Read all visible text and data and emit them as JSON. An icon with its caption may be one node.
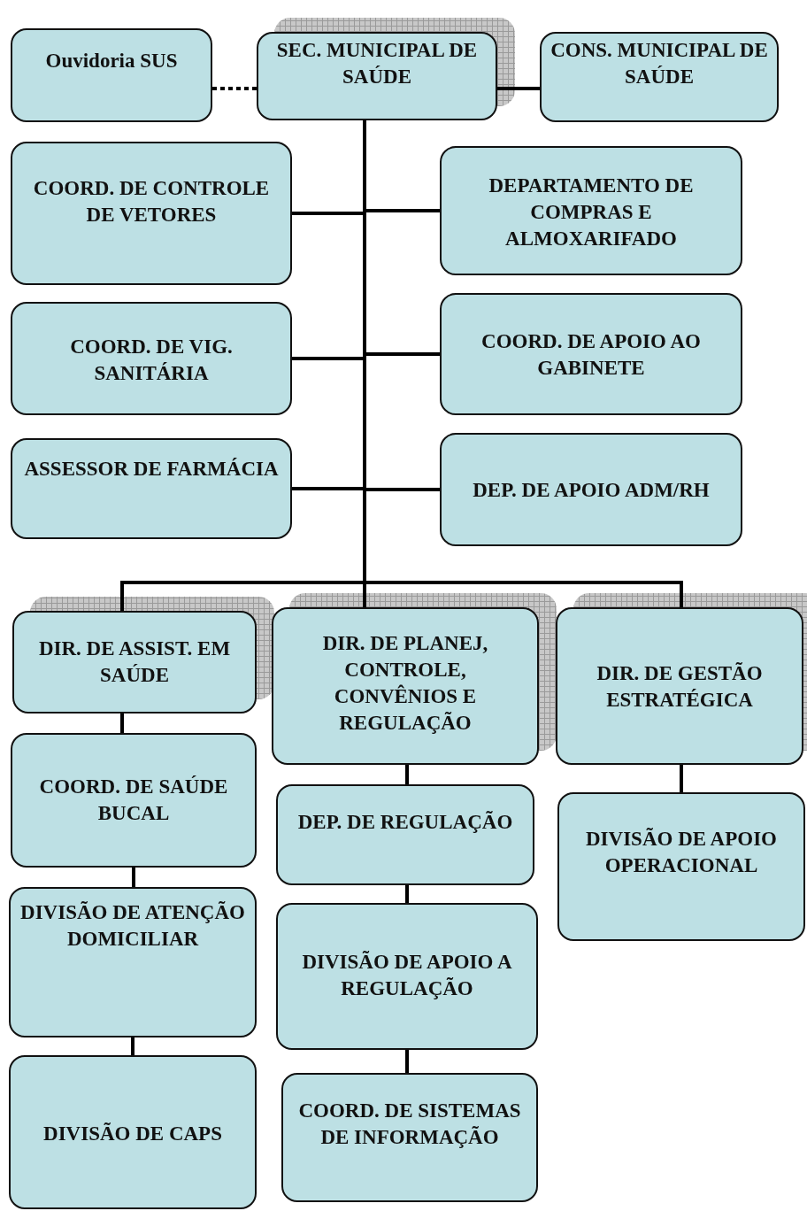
{
  "diagram": {
    "nodes": [
      {
        "text": [
          "Ouvidoria SUS"
        ]
      },
      {
        "text": [
          "SEC. MUNICIPAL DE SAÚDE"
        ]
      },
      {
        "text": [
          "CONS. MUNICIPAL DE SAÚDE"
        ]
      },
      {
        "text": [
          "COORD. DE CONTROLE DE VETORES"
        ]
      },
      {
        "text": [
          "DEPARTAMENTO DE COMPRAS E ALMOXARIFADO"
        ]
      },
      {
        "text": [
          "COORD. DE VIG. SANITÁRIA"
        ]
      },
      {
        "text": [
          "COORD. DE APOIO AO GABINETE"
        ]
      },
      {
        "text": [
          "ASSESSOR DE FARMÁCIA"
        ]
      },
      {
        "text": [
          "DEP. DE APOIO ADM/RH"
        ]
      },
      {
        "text": [
          "DIR. DE ASSIST. EM SAÚDE"
        ]
      },
      {
        "text": [
          "DIR. DE PLANEJ, CONTROLE, CONVÊNIOS E REGULAÇÃO"
        ]
      },
      {
        "text": [
          "DIR. DE GESTÃO ESTRATÉGICA"
        ]
      },
      {
        "text": [
          "COORD. DE SAÚDE BUCAL"
        ]
      },
      {
        "text": [
          "DIVISÃO DE ATENÇÃO DOMICILIAR"
        ]
      },
      {
        "text": [
          "DIVISÃO DE CAPS"
        ]
      },
      {
        "text": [
          "DEP. DE REGULAÇÃO"
        ]
      },
      {
        "text": [
          "DIVISÃO DE APOIO A REGULAÇÃO"
        ]
      },
      {
        "text": [
          "COORD. DE SISTEMAS DE INFORMAÇÃO"
        ]
      },
      {
        "text": [
          "DIVISÃO DE APOIO OPERACIONAL"
        ]
      }
    ],
    "edges": [
      {
        "from": 1,
        "to": 0,
        "arrow": "none",
        "style": "dashed"
      },
      {
        "from": 1,
        "to": 2,
        "arrow": "none"
      },
      {
        "from": 1,
        "to": 3,
        "arrow": "none"
      },
      {
        "from": 1,
        "to": 4,
        "arrow": "none"
      },
      {
        "from": 1,
        "to": 5,
        "arrow": "none"
      },
      {
        "from": 1,
        "to": 6,
        "arrow": "none"
      },
      {
        "from": 1,
        "to": 7,
        "arrow": "none"
      },
      {
        "from": 1,
        "to": 8,
        "arrow": "none"
      },
      {
        "from": 1,
        "to": 9,
        "arrow": "none"
      },
      {
        "from": 1,
        "to": 10,
        "arrow": "none"
      },
      {
        "from": 1,
        "to": 11,
        "arrow": "none"
      },
      {
        "from": 9,
        "to": 12,
        "arrow": "none"
      },
      {
        "from": 12,
        "to": 13,
        "arrow": "none"
      },
      {
        "from": 13,
        "to": 14,
        "arrow": "none"
      },
      {
        "from": 10,
        "to": 15,
        "arrow": "none"
      },
      {
        "from": 15,
        "to": 16,
        "arrow": "none"
      },
      {
        "from": 16,
        "to": 17,
        "arrow": "none"
      },
      {
        "from": 11,
        "to": 18,
        "arrow": "none"
      }
    ]
  }
}
